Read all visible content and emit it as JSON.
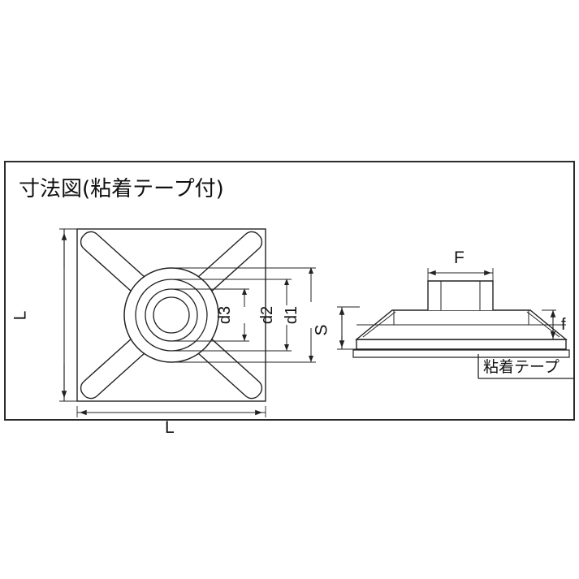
{
  "figure": {
    "title": "寸法図(粘着テープ付)",
    "border_color": "#2b2b2b",
    "line_color": "#222222",
    "background": "#ffffff"
  },
  "top_view": {
    "name": "top-view",
    "dimension_labels": {
      "width": "L",
      "height": "L",
      "outer_circle": "d1",
      "middle_circle": "d2",
      "inner_circle": "d3"
    }
  },
  "side_view": {
    "name": "side-view",
    "dimension_labels": {
      "height": "S",
      "post_width": "F",
      "tape_thickness": "f"
    },
    "callout": "粘着テープ"
  },
  "chart_data": {
    "type": "table",
    "title": "寸法図(粘着テープ付)",
    "categories": [
      "L",
      "L",
      "d1",
      "d2",
      "d3",
      "S",
      "F",
      "f"
    ],
    "values": [
      null,
      null,
      null,
      null,
      null,
      null,
      null,
      null
    ],
    "annotations": [
      "粘着テープ"
    ]
  }
}
